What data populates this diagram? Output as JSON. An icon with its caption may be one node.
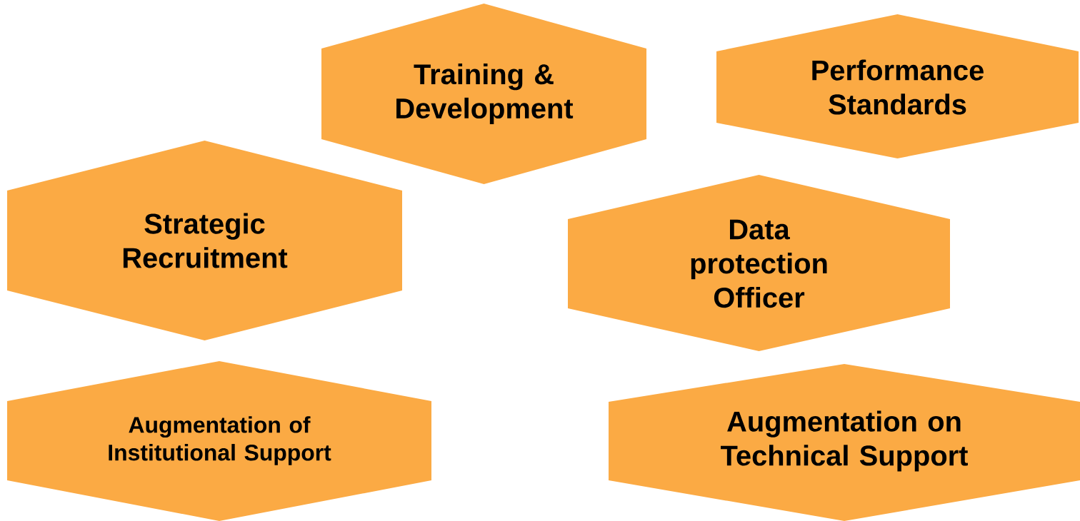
{
  "diagram": {
    "nodes": [
      {
        "text": [
          "Training & Development"
        ]
      },
      {
        "text": [
          "Performance Standards"
        ]
      },
      {
        "text": [
          "Strategic Recruitment"
        ]
      },
      {
        "text": [
          "Data protection Officer"
        ]
      },
      {
        "text": [
          "Augmentation of Institutional Support"
        ]
      },
      {
        "text": [
          "Augmentation on Technical Support"
        ]
      }
    ]
  }
}
